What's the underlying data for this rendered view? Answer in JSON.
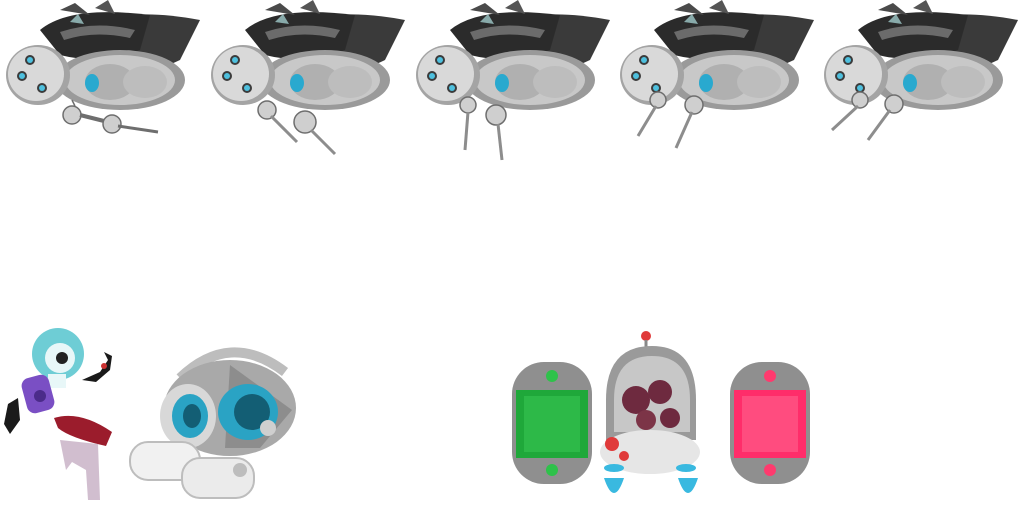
{
  "sheet": {
    "background": "#ffffff",
    "rows": [
      {
        "name": "insect-robot-walk-cycle",
        "frames": [
          {
            "id": "frame-1",
            "legs": "forward-low"
          },
          {
            "id": "frame-2",
            "legs": "mid-down"
          },
          {
            "id": "frame-3",
            "legs": "straight-down"
          },
          {
            "id": "frame-4",
            "legs": "back-slant"
          },
          {
            "id": "frame-5",
            "legs": "back-slant"
          }
        ]
      }
    ],
    "parts": [
      {
        "name": "alien-pilot-parts",
        "colors": {
          "helmet": "#5ec8d0",
          "can": "#7a4fc4",
          "board": "#9b1c2c",
          "stand": "#c9b3c7"
        }
      },
      {
        "name": "armored-cannon-vehicle",
        "colors": {
          "body": "#a9a9a9",
          "lens": "#2aa3c4",
          "tread": "#e6e6e6"
        }
      },
      {
        "name": "green-energy-capsule",
        "colors": {
          "shell": "#8f8f8f",
          "glow": "#1fa83a"
        }
      },
      {
        "name": "brain-pod-capsule",
        "colors": {
          "dome": "#9a9a9a",
          "brain": "#6e2a3f",
          "jets": "#39b9e0",
          "lights": "#e03a3a"
        }
      },
      {
        "name": "pink-energy-capsule",
        "colors": {
          "shell": "#8f8f8f",
          "glow": "#ff2d6a"
        }
      }
    ]
  },
  "palette": {
    "shell_dark": "#2e2e2e",
    "shell_mid": "#6b6b6b",
    "body_light": "#d7d7d7",
    "eye": "#29a9cf",
    "leg": "#9d9d9d"
  }
}
